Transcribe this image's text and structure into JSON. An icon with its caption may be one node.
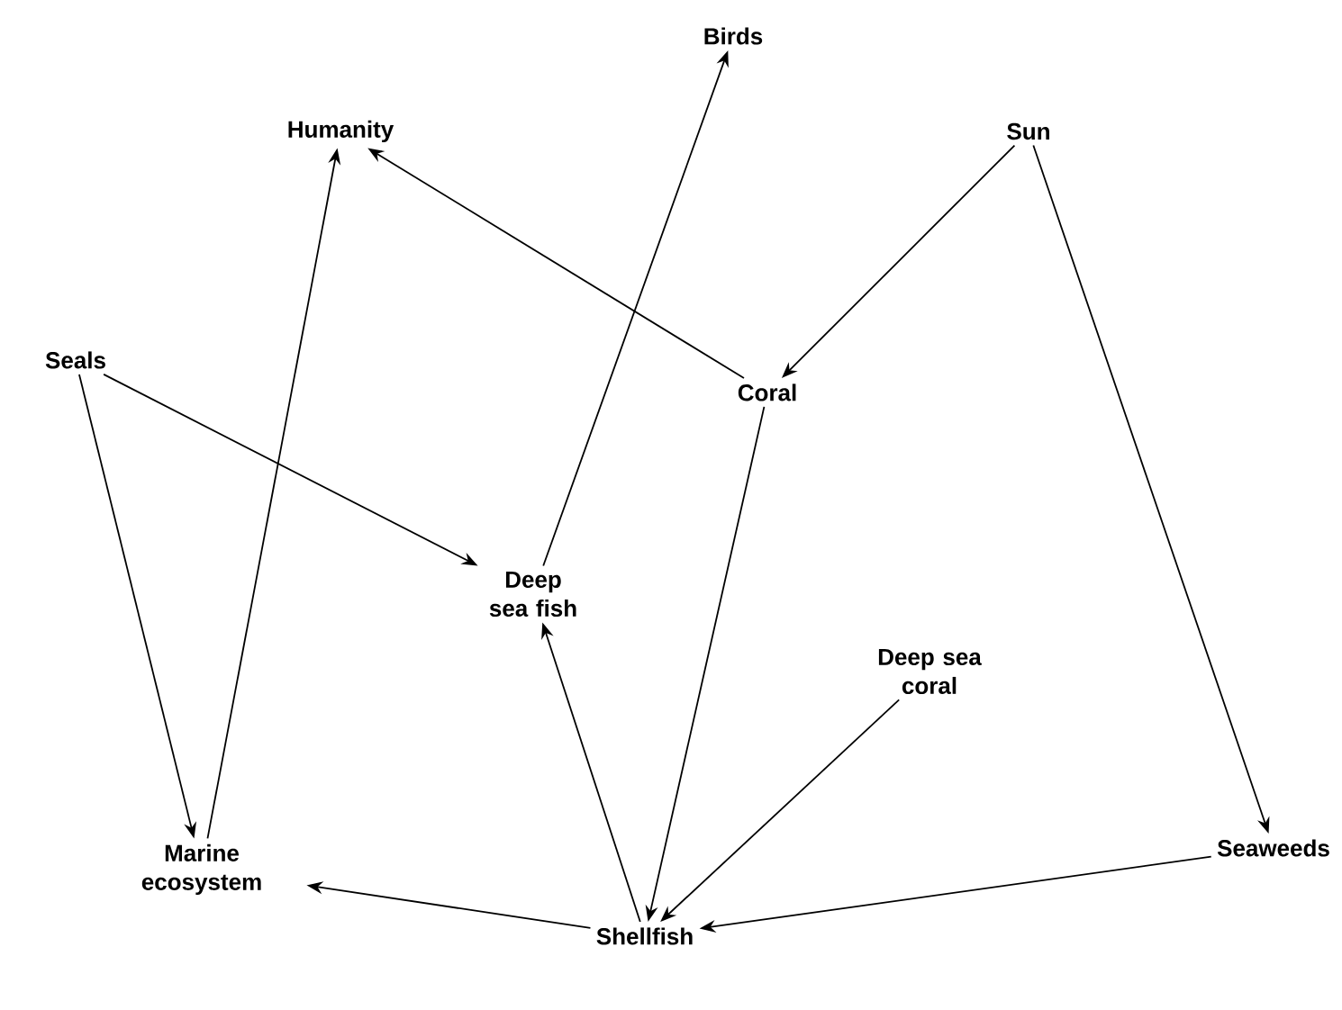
{
  "diagram": {
    "nodes": [
      {
        "text": [
          "Birds"
        ]
      },
      {
        "text": [
          "Humanity"
        ]
      },
      {
        "text": [
          "Sun"
        ]
      },
      {
        "text": [
          "Seals"
        ]
      },
      {
        "text": [
          "Coral"
        ]
      },
      {
        "text": [
          "Deep sea fish"
        ]
      },
      {
        "text": [
          "Deep sea coral"
        ]
      },
      {
        "text": [
          "Seaweeds"
        ]
      },
      {
        "text": [
          "Marine ecosystem"
        ]
      },
      {
        "text": [
          "Shellfish"
        ]
      }
    ],
    "edges": [
      {
        "from": 2,
        "to": 4,
        "arrow": "to"
      },
      {
        "from": 2,
        "to": 7,
        "arrow": "to"
      },
      {
        "from": 4,
        "to": 1,
        "arrow": "to"
      },
      {
        "from": 4,
        "to": 9,
        "arrow": "to"
      },
      {
        "from": 3,
        "to": 5,
        "arrow": "to"
      },
      {
        "from": 3,
        "to": 8,
        "arrow": "to"
      },
      {
        "from": 8,
        "to": 1,
        "arrow": "to"
      },
      {
        "from": 5,
        "to": 0,
        "arrow": "to"
      },
      {
        "from": 9,
        "to": 5,
        "arrow": "to"
      },
      {
        "from": 6,
        "to": 9,
        "arrow": "to"
      },
      {
        "from": 7,
        "to": 9,
        "arrow": "to"
      },
      {
        "from": 9,
        "to": 8,
        "arrow": "to"
      }
    ]
  }
}
